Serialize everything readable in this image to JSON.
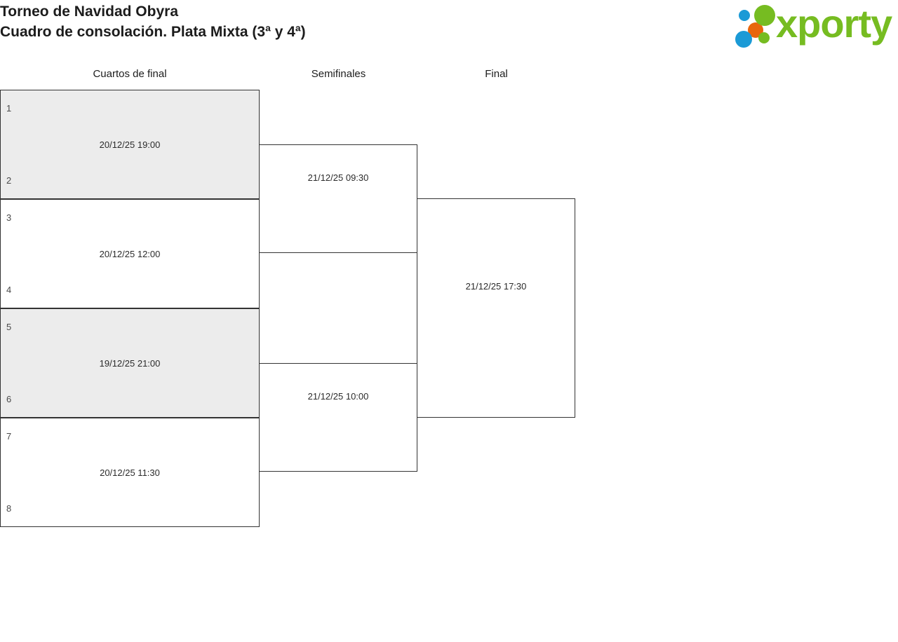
{
  "header": {
    "tournament_title": "Torneo de Navidad Obyra",
    "bracket_subtitle": "Cuadro de consolación. Plata Mixta (3ª y 4ª)",
    "logo_text": "xporty",
    "logo_colors": {
      "green": "#76bc21",
      "blue": "#1b9ad6",
      "orange": "#e8660c"
    }
  },
  "rounds": [
    {
      "label": "Cuartos de final"
    },
    {
      "label": "Semifinales"
    },
    {
      "label": "Final"
    }
  ],
  "bracket": {
    "quarterfinals": [
      {
        "seed_top": "1",
        "seed_bottom": "2",
        "date": "20/12/25 19:00",
        "shaded": true
      },
      {
        "seed_top": "3",
        "seed_bottom": "4",
        "date": "20/12/25 12:00",
        "shaded": false
      },
      {
        "seed_top": "5",
        "seed_bottom": "6",
        "date": "19/12/25 21:00",
        "shaded": true
      },
      {
        "seed_top": "7",
        "seed_bottom": "8",
        "date": "20/12/25 11:30",
        "shaded": false
      }
    ],
    "semifinals": [
      {
        "date": "21/12/25 09:30"
      },
      {
        "date": "21/12/25 10:00"
      }
    ],
    "final": [
      {
        "date": "21/12/25 17:30"
      }
    ]
  }
}
